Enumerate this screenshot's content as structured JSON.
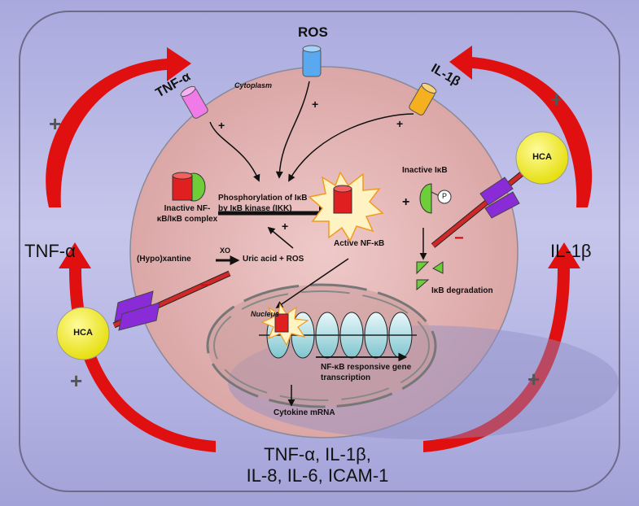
{
  "outer_labels": {
    "ros": "ROS",
    "tnf_top": "TNF-α",
    "il1b_top": "IL-1β",
    "tnf_left": "TNF-α",
    "il1b_right": "IL-1β",
    "output_line1": "TNF-α, IL-1β,",
    "output_line2": "IL-8, IL-6, ICAM-1"
  },
  "signs": {
    "plus": "+",
    "minus": "−"
  },
  "hca": {
    "label": "HCA"
  },
  "cell": {
    "cytoplasm": "Cytoplasm",
    "inactive_complex_line1": "Inactive NF-",
    "inactive_complex_line2": "κB/IκB complex",
    "phosphorylation_line1": "Phosphorylation of IκB",
    "phosphorylation_line2": "by IκB kinase (IKK)",
    "active_nfkb": "Active NF-κB",
    "inactive_ikb": "Inactive IκB",
    "p_badge": "P",
    "hypoxantine": "(Hypo)xantine",
    "xo": "XO",
    "uric_acid": "Uric acid + ROS",
    "ikb_degradation": "IκB degradation",
    "nucleus": "Nucleus",
    "transcription_line1": "NF-κB responsive gene",
    "transcription_line2": "transcription",
    "cytokine_mrna": "Cytokine  mRNA"
  },
  "colors": {
    "feedback_arrow": "#e01010",
    "cell_fill": "#e7b8b8",
    "hca_fill": "#f2ee2a",
    "receptor_tnf": "#f07ae8",
    "receptor_ros": "#5aa8f0",
    "receptor_il1b": "#f5b020",
    "inhibitor_bar": "#8a2bd8",
    "nfkb_red": "#e02020",
    "ikb_green": "#6dce3a"
  }
}
